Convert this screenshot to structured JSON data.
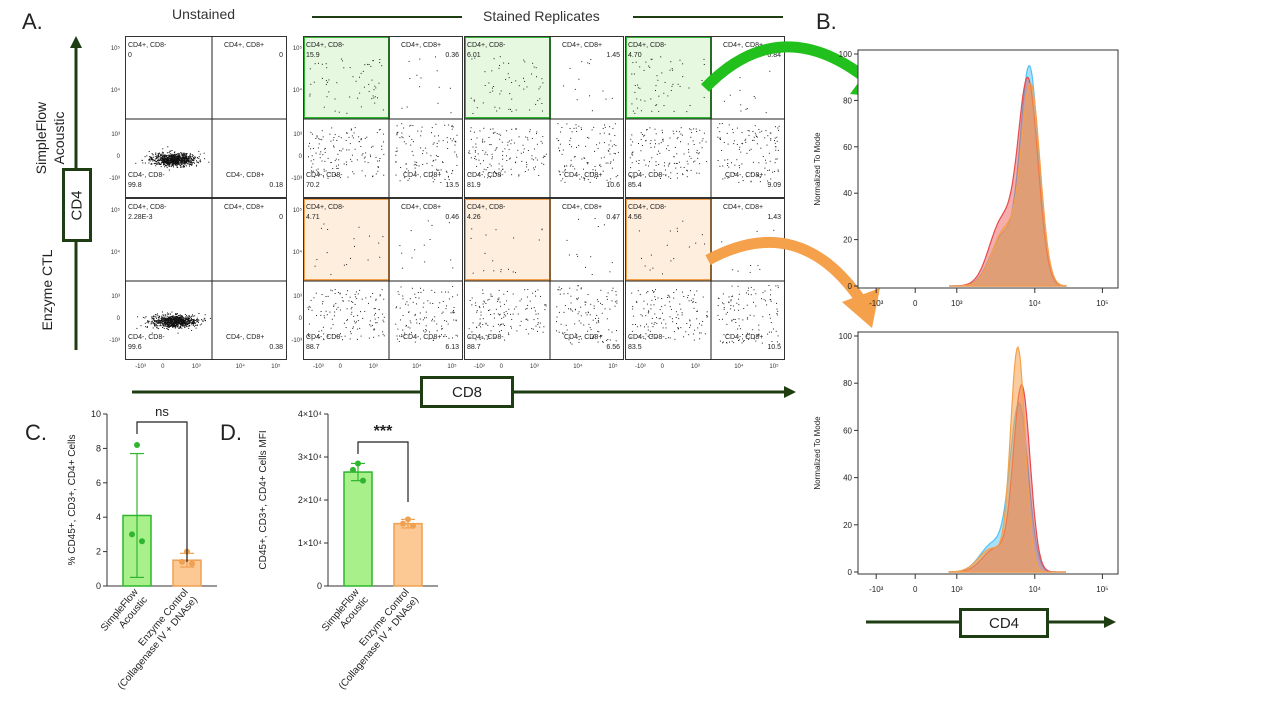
{
  "panels": {
    "a": "A.",
    "b": "B.",
    "c": "C.",
    "d": "D."
  },
  "flow": {
    "unstained_title": "Unstained",
    "stained_title": "Stained Replicates",
    "row_labels": [
      "SimpleFlow Acoustic",
      "Enzyme CTL"
    ],
    "y_axis_label": "CD4",
    "x_axis_label": "CD8",
    "quadrant_names": {
      "ul": "CD4+, CD8-",
      "ur": "CD4+, CD8+",
      "ll": "CD4-, CD8-",
      "lr": "CD4-, CD8+"
    },
    "y_ticks": [
      "10⁵",
      "10⁴",
      "10³",
      "0",
      "-10³"
    ],
    "x_ticks": [
      "-10³",
      "0",
      "10³",
      "10⁴",
      "10⁵"
    ],
    "rows": [
      {
        "plots": [
          {
            "ul": "0",
            "ur": "0",
            "ll": "99.8",
            "lr": "0.18"
          },
          {
            "ul": "15.9",
            "ur": "0.36",
            "ll": "70.2",
            "lr": "13.5"
          },
          {
            "ul": "6.01",
            "ur": "1.45",
            "ll": "81.9",
            "lr": "10.6"
          },
          {
            "ul": "4.70",
            "ur": "0.84",
            "ll": "85.4",
            "lr": "9.09"
          }
        ]
      },
      {
        "plots": [
          {
            "ul": "2.28E-3",
            "ur": "0",
            "ll": "99.6",
            "lr": "0.38"
          },
          {
            "ul": "4.71",
            "ur": "0.46",
            "ll": "88.7",
            "lr": "6.13"
          },
          {
            "ul": "4.26",
            "ur": "0.47",
            "ll": "88.7",
            "lr": "6.56"
          },
          {
            "ul": "4.56",
            "ur": "1.43",
            "ll": "83.5",
            "lr": "10.5"
          }
        ]
      }
    ]
  },
  "histograms": {
    "y_label": "Normalized To Mode",
    "x_label": "CD4",
    "y_ticks": [
      "0",
      "20",
      "40",
      "60",
      "80",
      "100"
    ],
    "x_ticks": [
      "-10³",
      "0",
      "10³",
      "10⁴",
      "10⁵"
    ]
  },
  "chart_data": [
    {
      "type": "bar",
      "categories": [
        "SimpleFlow\nAcoustic",
        "Enzyme Control\n(Collagenase IV + DNAse)"
      ],
      "ylabel": "% CD45+, CD3+,  CD4+ Cells",
      "ylim": [
        0,
        10
      ],
      "yticks": [
        0,
        2,
        4,
        6,
        8,
        10
      ],
      "values": [
        4.1,
        1.5
      ],
      "error": [
        3.6,
        0.4
      ],
      "points": [
        [
          8.2,
          3.0,
          2.6
        ],
        [
          2.0,
          1.4,
          1.3
        ]
      ],
      "significance": "ns",
      "colors": [
        "#a8f08a",
        "#fcc894"
      ],
      "edge_colors": [
        "#2fb52f",
        "#f0a050"
      ]
    },
    {
      "type": "bar",
      "categories": [
        "SimpleFlow\nAcoustic",
        "Enzyme Control\n(Collagenase IV + DNAse)"
      ],
      "ylabel": "CD45+, CD3+, CD4+ Cells MFI",
      "ylim": [
        0,
        40000
      ],
      "yticks": [
        0,
        10000,
        20000,
        30000,
        40000
      ],
      "ytick_labels": [
        "0",
        "1×10⁴",
        "2×10⁴",
        "3×10⁴",
        "4×10⁴"
      ],
      "values": [
        26500,
        14500
      ],
      "error": [
        2000,
        1000
      ],
      "points": [
        [
          28500,
          27000,
          24500
        ],
        [
          15500,
          14500,
          14000
        ]
      ],
      "significance": "***",
      "colors": [
        "#a8f08a",
        "#fcc894"
      ],
      "edge_colors": [
        "#2fb52f",
        "#f0a050"
      ]
    }
  ],
  "colors": {
    "dark_green": "#1e3d12",
    "gate_green": "#2fb52f",
    "gate_orange": "#f5a04a",
    "hist_blue": "#4fc3f7",
    "hist_red": "#e84a4a"
  }
}
